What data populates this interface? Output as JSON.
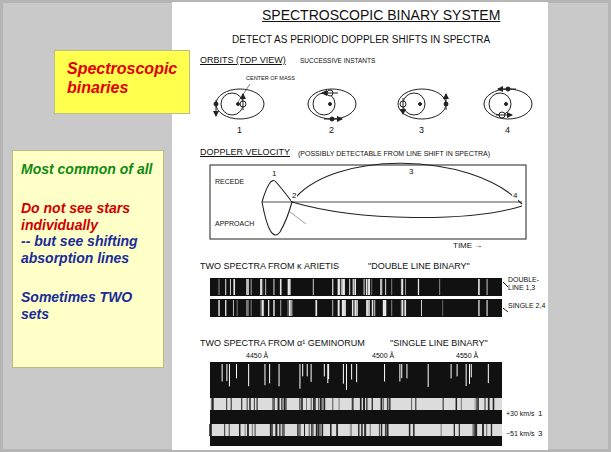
{
  "diagram": {
    "title": "SPECTROSCOPIC BINARY SYSTEM",
    "nodes": [
      {
        "text": [
          "Spectroscopic binaries"
        ]
      },
      {
        "text": [
          "Most common of all",
          "Do not see stars individually",
          "-- but see shifting absorption lines",
          "Sometimes TWO sets"
        ]
      }
    ],
    "labels": [
      "DETECT AS PERIODIC DOPPLER SHIFTS IN SPECTRA",
      "ORBITS (TOP VIEW)",
      "SUCCESSIVE INSTANTS",
      "CENTER OF MASS",
      "1",
      "2",
      "3",
      "4",
      "DOPPLER VELOCITY",
      "(POSSIBLY DETECTABLE FROM LINE SHIFT IN SPECTRA)",
      "RECEDE",
      "APPROACH",
      "1",
      "2",
      "3",
      "4",
      "TIME →",
      "TWO SPECTRA FROM κ ARIETIS",
      "\"DOUBLE LINE BINARY\"",
      "DOUBLE-LINE 1,3",
      "SINGLE 2,4",
      "TWO SPECTRA FROM α¹ GEMINORUM",
      "\"SINGLE LINE BINARY\"",
      "4450 Å",
      "4500 Å",
      "4550 Å",
      "+30 km/s",
      "1",
      "−51 km/s",
      "3"
    ]
  }
}
